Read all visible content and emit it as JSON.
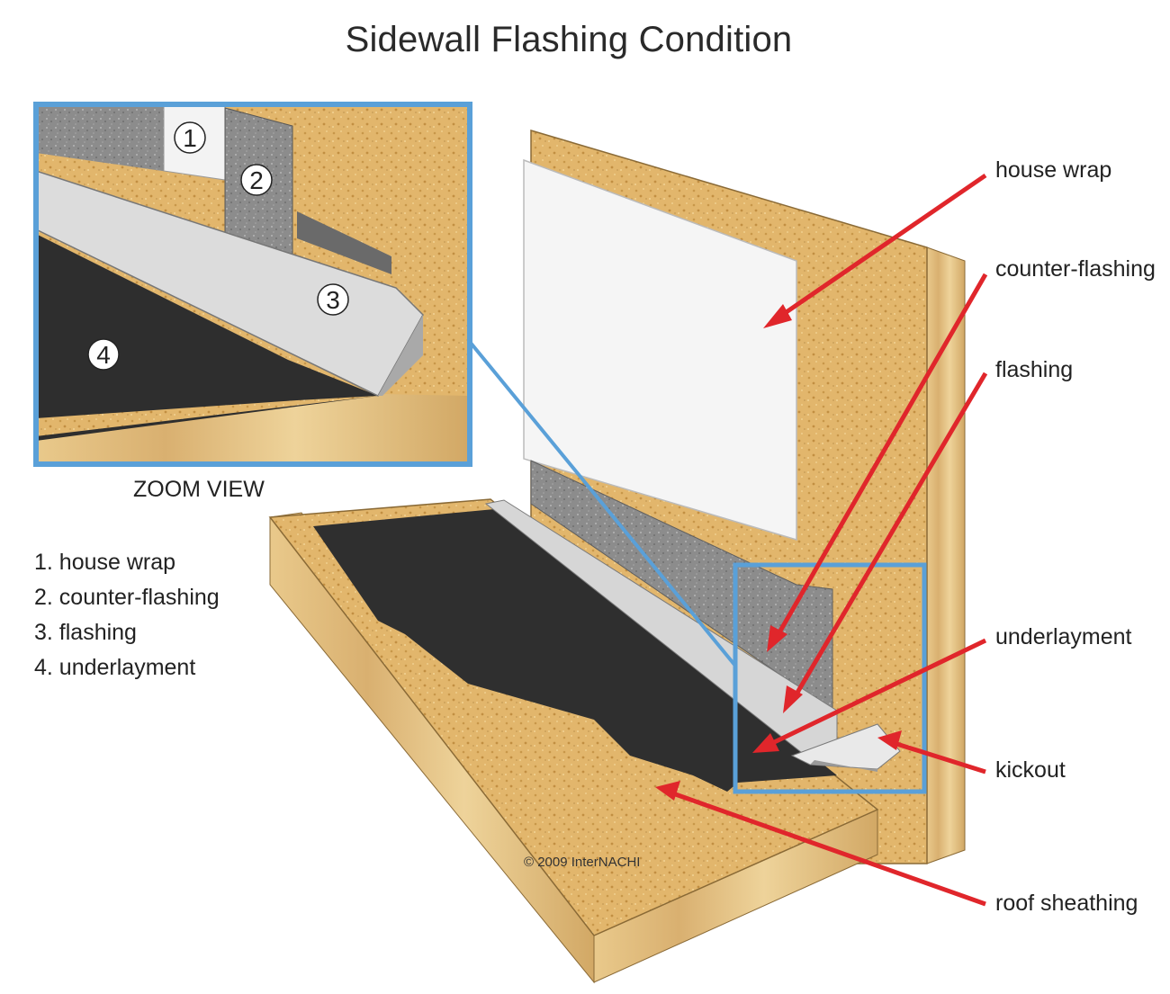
{
  "title": "Sidewall Flashing Condition",
  "zoom_caption": "ZOOM VIEW",
  "legend": [
    "1. house wrap",
    "2. counter-flashing",
    "3. flashing",
    "4. underlayment"
  ],
  "callouts": {
    "house_wrap": "house wrap",
    "counter_flashing": "counter-flashing",
    "flashing": "flashing",
    "underlayment": "underlayment",
    "kickout": "kickout",
    "roof_sheathing": "roof sheathing"
  },
  "zoom_numbers": [
    "1",
    "2",
    "3",
    "4"
  ],
  "copyright": "© 2009 InterNACHI",
  "colors": {
    "osb": "#e0b46a",
    "osb_dark": "#c99a4e",
    "house_wrap": "#f4f4f4",
    "counter_flashing": "#8e8e8e",
    "flashing": "#dcdcdc",
    "underlayment": "#2e2e2e",
    "arrow": "#e0262b",
    "zoom_frame": "#5aa0d8"
  }
}
